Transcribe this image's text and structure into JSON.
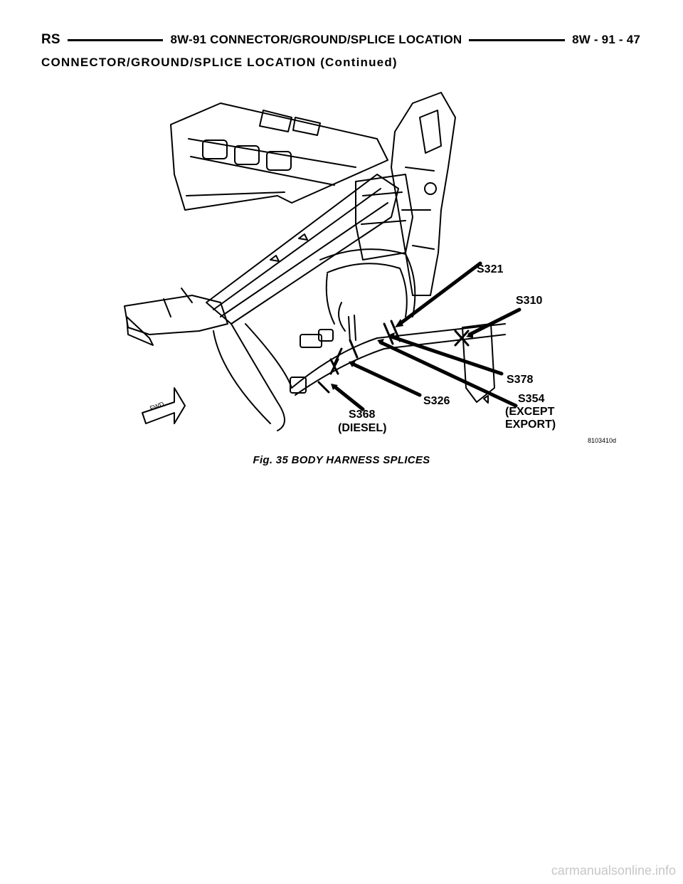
{
  "header": {
    "left": "RS",
    "center": "8W-91 CONNECTOR/GROUND/SPLICE LOCATION",
    "right": "8W - 91 - 47"
  },
  "subtitle": "CONNECTOR/GROUND/SPLICE LOCATION (Continued)",
  "figure": {
    "labels": {
      "s321": "S321",
      "s310": "S310",
      "s378": "S378",
      "s354": "S354",
      "except": "(EXCEPT",
      "export": "EXPORT)",
      "s326": "S326",
      "s368": "S368",
      "diesel": "(DIESEL)",
      "fwd": "FWD",
      "ref": "8103410d"
    },
    "caption": "Fig. 35 BODY HARNESS SPLICES"
  },
  "watermark": "carmanualsonline.info"
}
